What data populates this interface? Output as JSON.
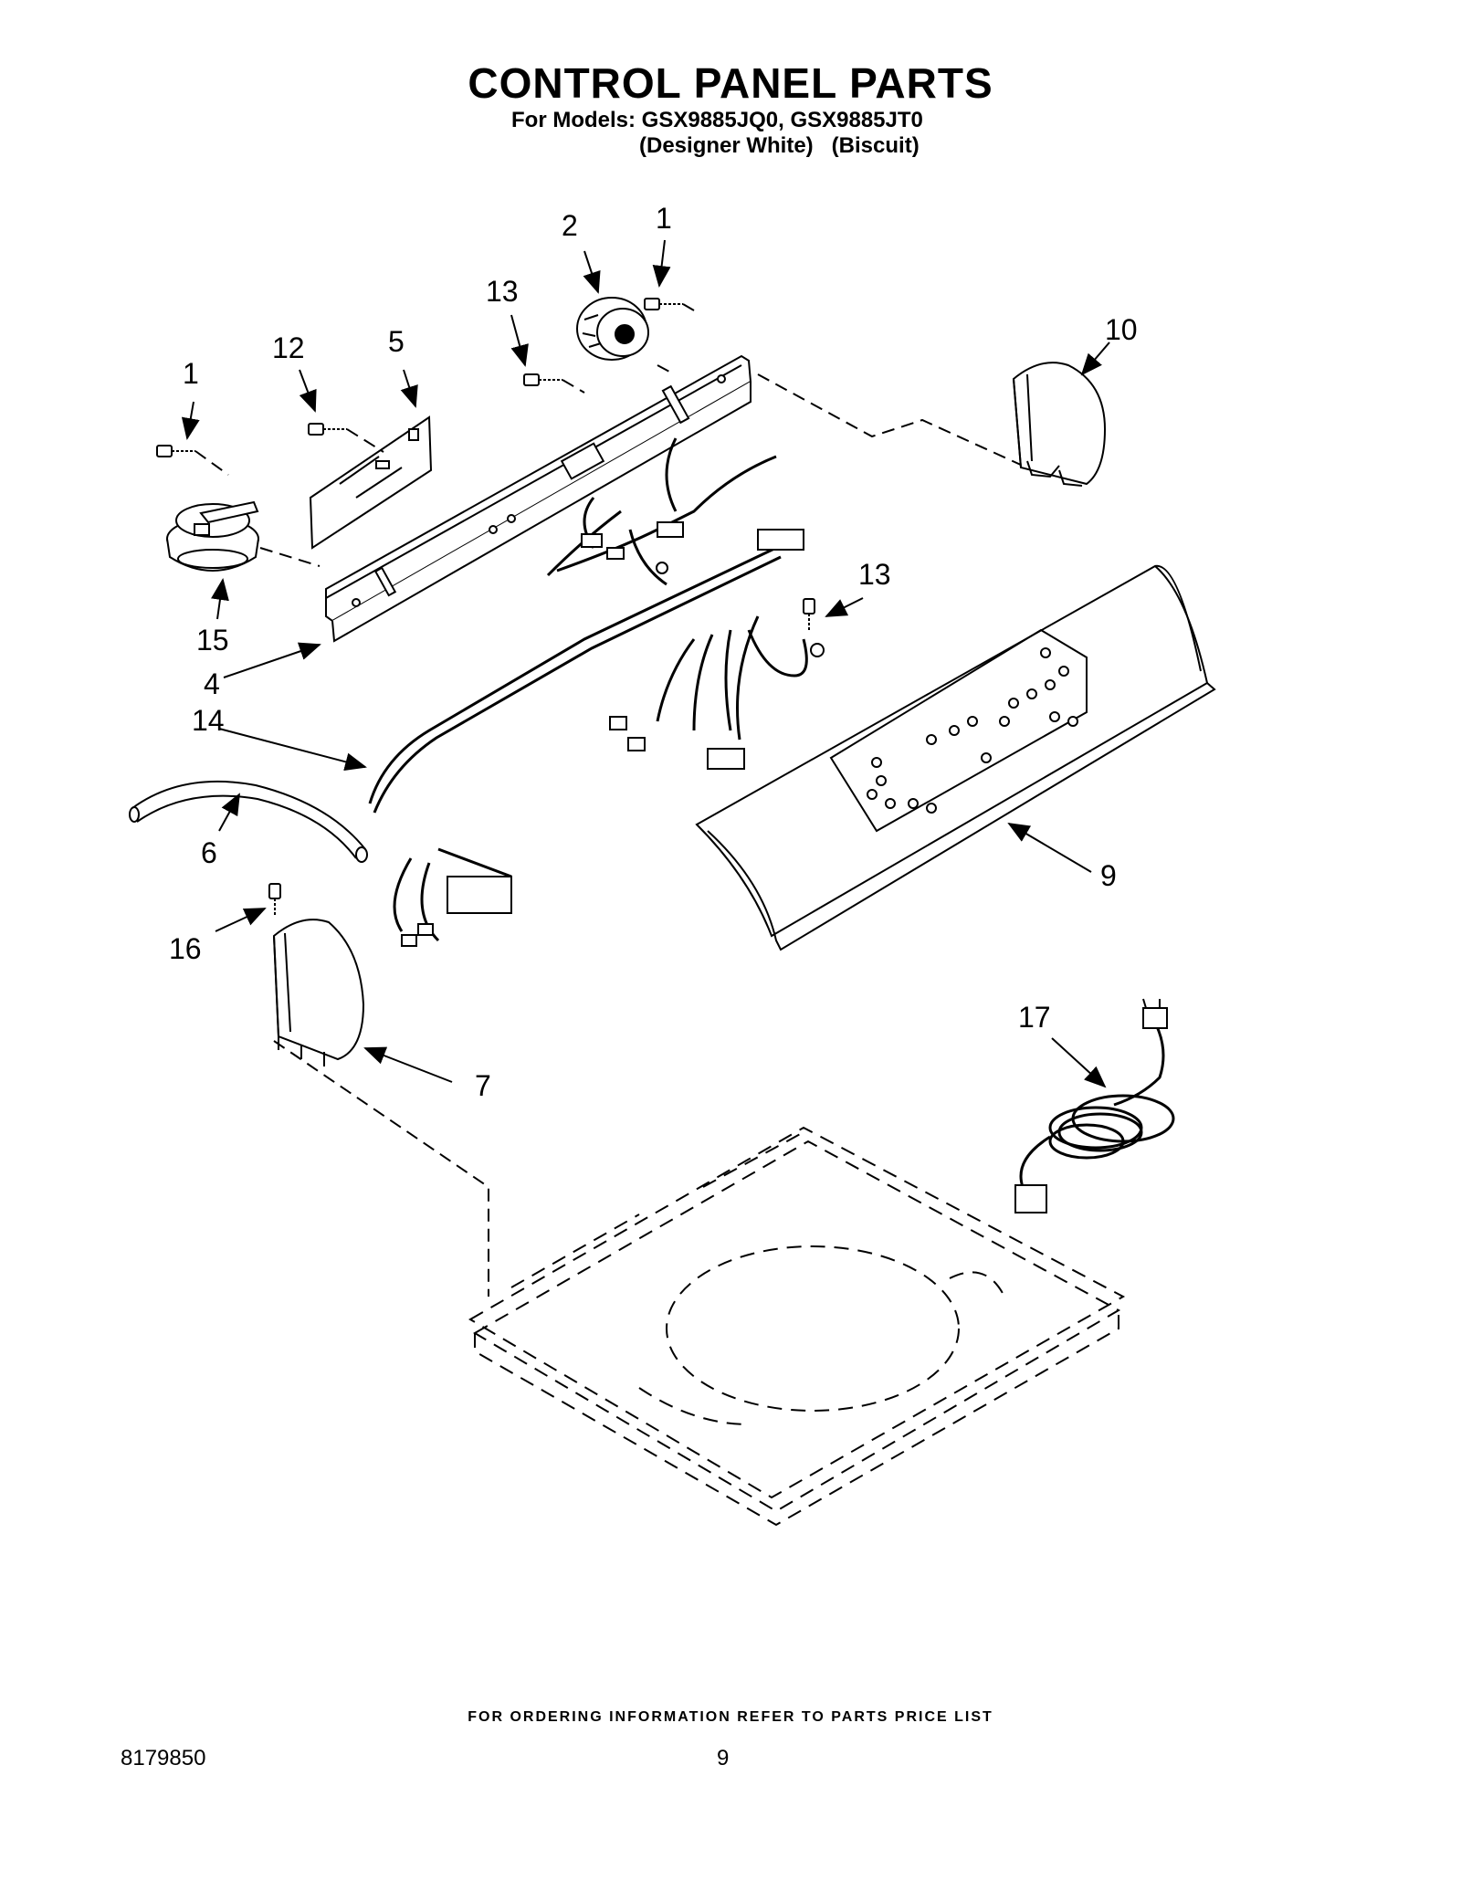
{
  "header": {
    "title": "CONTROL PANEL PARTS",
    "models_line": "For Models: GSX9885JQ0, GSX9885JT0",
    "colors_line": "(Designer White)   (Biscuit)"
  },
  "callouts": [
    "1",
    "2",
    "1",
    "13",
    "10",
    "12",
    "5",
    "15",
    "4",
    "13",
    "14",
    "6",
    "9",
    "16",
    "7",
    "17"
  ],
  "footer": {
    "ordering_note": "FOR ORDERING INFORMATION REFER TO PARTS PRICE LIST",
    "doc_number": "8179850",
    "page_number": "9"
  }
}
